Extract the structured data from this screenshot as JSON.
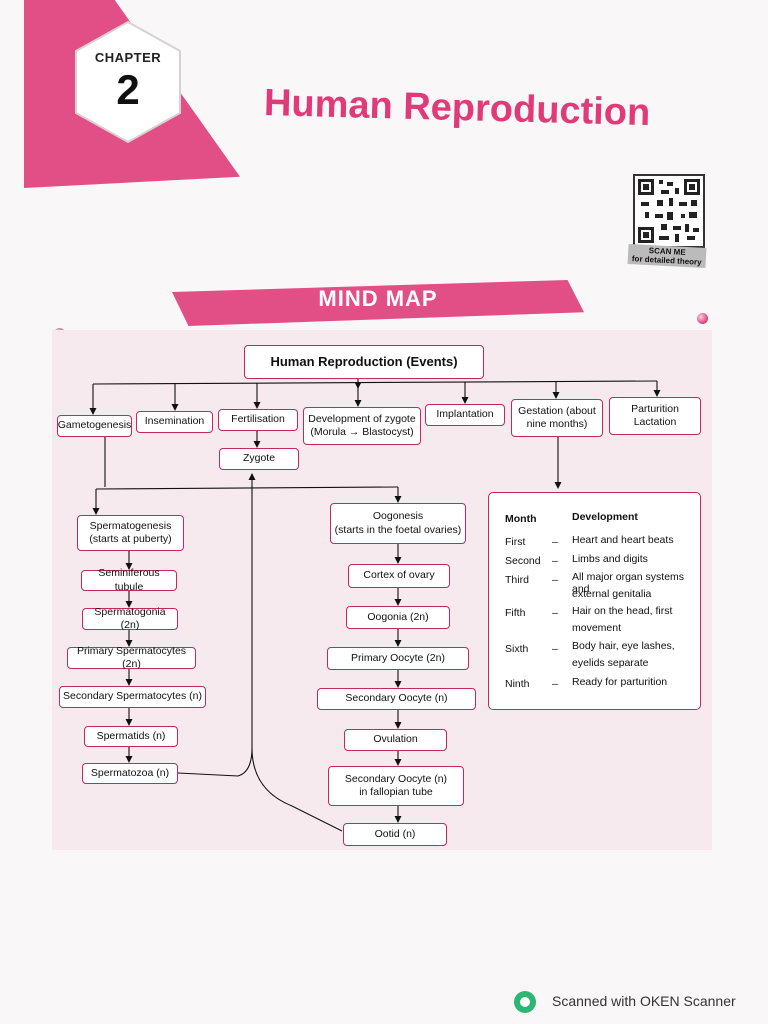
{
  "header": {
    "chapter_label": "CHAPTER",
    "chapter_number": "2",
    "title": "Human Reproduction",
    "qr_caption_line1": "SCAN ME",
    "qr_caption_line2": "for detailed theory",
    "accent_color": "#e24e86"
  },
  "mind_map": {
    "banner": "MIND MAP",
    "root": "Human Reproduction (Events)",
    "events": {
      "gametogenesis": "Gametogenesis",
      "insemination": "Insemination",
      "fertilisation": "Fertilisation",
      "development_line1": "Development of zygote",
      "development_line2": "(Morula → Blastocyst)",
      "implantation": "Implantation",
      "gestation_line1": "Gestation (about",
      "gestation_line2": "nine months)",
      "parturition_line1": "Parturition",
      "parturition_line2": "Lactation"
    },
    "zygote": "Zygote",
    "spermatogenesis": {
      "head_line1": "Spermatogenesis",
      "head_line2": "(starts at puberty)",
      "steps": [
        "Seminiferous tubule",
        "Spermatogonia (2n)",
        "Primary Spermatocytes (2n)",
        "Secondary Spermatocytes (n)",
        "Spermatids (n)",
        "Spermatozoa (n)"
      ]
    },
    "oogenesis": {
      "head_line1": "Oogonesis",
      "head_line2": "(starts in the foetal ovaries)",
      "steps": [
        "Cortex of ovary",
        "Oogonia (2n)",
        "Primary Oocyte (2n)",
        "Secondary Oocyte (n)",
        "Ovulation"
      ],
      "fallopian_line1": "Secondary Oocyte (n)",
      "fallopian_line2": "in fallopian tube",
      "ootid": "Ootid (n)"
    },
    "gestation_table": {
      "col_month": "Month",
      "col_development": "Development",
      "rows": [
        {
          "month": "First",
          "dash": "–",
          "dev1": "Heart and heart beats",
          "dev2": ""
        },
        {
          "month": "Second",
          "dash": "–",
          "dev1": "Limbs and digits",
          "dev2": ""
        },
        {
          "month": "Third",
          "dash": "–",
          "dev1": "All major organ systems and",
          "dev2": "external genitalia"
        },
        {
          "month": "Fifth",
          "dash": "–",
          "dev1": "Hair on the head, first",
          "dev2": "movement"
        },
        {
          "month": "Sixth",
          "dash": "–",
          "dev1": "Body hair, eye lashes,",
          "dev2": "eyelids separate"
        },
        {
          "month": "Ninth",
          "dash": "–",
          "dev1": "Ready for parturition",
          "dev2": ""
        }
      ]
    }
  },
  "footer": {
    "scanner_text": "Scanned with OKEN Scanner",
    "icon": "oken-scanner-logo-icon"
  }
}
